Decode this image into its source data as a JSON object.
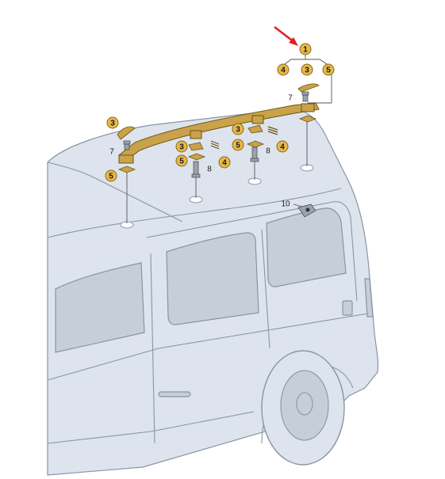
{
  "colors": {
    "body_fill": "#dde4ee",
    "body_stroke": "#8a94a3",
    "glass_fill": "#c6ceda",
    "rail_fill": "#c9a24a",
    "rail_stroke": "#6b5413",
    "callout_fill": "#e6b84a",
    "callout_stroke": "#8c6a12",
    "arrow": "#e02020",
    "leader": "#555555"
  },
  "callouts": [
    {
      "id": "c1",
      "label": "1",
      "kind": "badge"
    },
    {
      "id": "c4a",
      "label": "4",
      "kind": "badge"
    },
    {
      "id": "c3a",
      "label": "3",
      "kind": "badge"
    },
    {
      "id": "c5a",
      "label": "5",
      "kind": "badge"
    },
    {
      "id": "c7a",
      "label": "7",
      "kind": "plain"
    },
    {
      "id": "c3b",
      "label": "3",
      "kind": "badge"
    },
    {
      "id": "c7b",
      "label": "7",
      "kind": "plain"
    },
    {
      "id": "c5b",
      "label": "5",
      "kind": "badge"
    },
    {
      "id": "c3c",
      "label": "3",
      "kind": "badge"
    },
    {
      "id": "c5c",
      "label": "5",
      "kind": "badge"
    },
    {
      "id": "c8a",
      "label": "8",
      "kind": "plain"
    },
    {
      "id": "c4b",
      "label": "4",
      "kind": "badge"
    },
    {
      "id": "c3d",
      "label": "3",
      "kind": "badge"
    },
    {
      "id": "c5d",
      "label": "5",
      "kind": "badge"
    },
    {
      "id": "c8b",
      "label": "8",
      "kind": "plain"
    },
    {
      "id": "c4c",
      "label": "4",
      "kind": "badge"
    },
    {
      "id": "c10",
      "label": "10",
      "kind": "plain"
    }
  ]
}
